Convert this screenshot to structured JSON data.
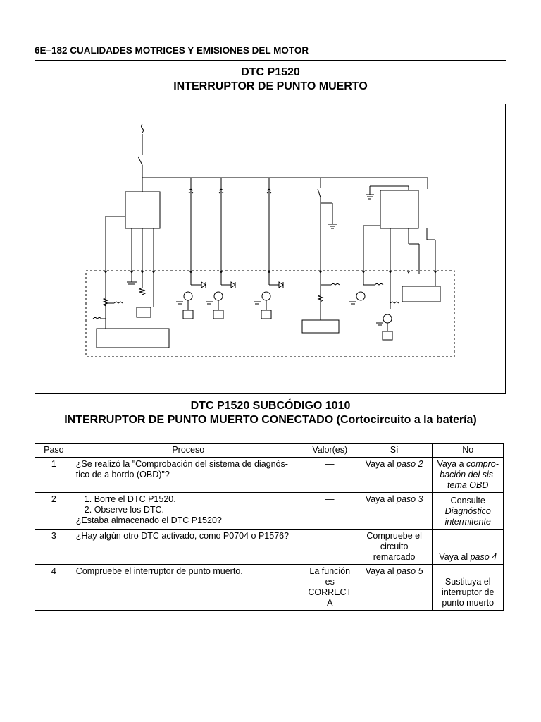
{
  "page_header": "6E–182 CUALIDADES MOTRICES Y EMISIONES DEL MOTOR",
  "title": {
    "line1": "DTC P1520",
    "line2": "INTERRUPTOR DE PUNTO MUERTO"
  },
  "subtitle": {
    "line1": "DTC P1520 SUBCÓDIGO 1010",
    "line2_main": "INTERRUPTOR DE PUNTO MUERTO CONECTADO ",
    "line2_paren": "(Cortocircuito a la batería)"
  },
  "table": {
    "headers": [
      "Paso",
      "Proceso",
      "Valor(es)",
      "Sí",
      "No"
    ],
    "rows": [
      {
        "step": "1",
        "process": "¿Se realizó la \"Comprobación del sistema de diagnós-tico de a bordo (OBD)\"?",
        "value": "—",
        "yes_pre": "Vaya al ",
        "yes_it": "paso 2",
        "no_pre": "Vaya a ",
        "no_it": "compro-bación del sis-tema OBD"
      },
      {
        "step": "2",
        "process_1": "1. Borre el DTC P1520.",
        "process_2": "2. Observe los DTC.",
        "process_3": "¿Estaba almacenado el DTC P1520?",
        "value": "—",
        "yes_pre": "Vaya al ",
        "yes_it": "paso 3",
        "no_pre": "Consulte ",
        "no_it": "Diagnóstico intermitente"
      },
      {
        "step": "3",
        "process": "¿Hay algún otro DTC activado, como P0704 o P1576?",
        "value": "",
        "yes": "Compruebe el circuito remarcado",
        "no_pre": "Vaya al ",
        "no_it": "paso 4"
      },
      {
        "step": "4",
        "process": "Compruebe el interruptor de punto muerto.",
        "value": "La función es CORRECT A",
        "yes_pre": "Vaya al ",
        "yes_it": "paso 5",
        "no": "Sustituya el interruptor de punto muerto"
      }
    ]
  }
}
